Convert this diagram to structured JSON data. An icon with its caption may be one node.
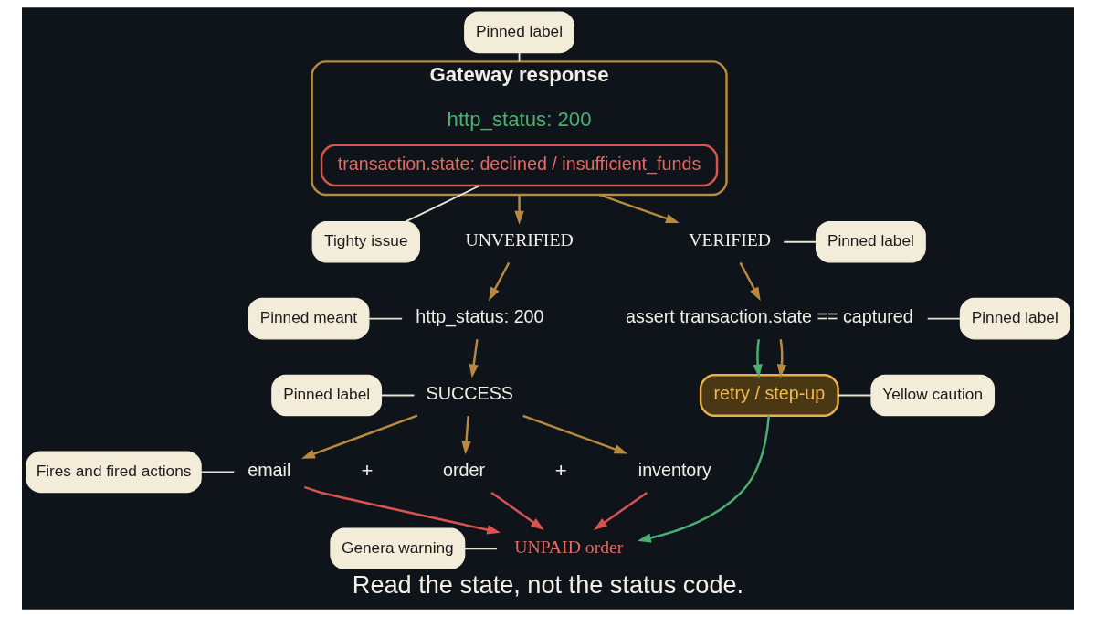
{
  "diagram": {
    "caption": "Read the state, not the status code.",
    "nodes": [
      {
        "text": [
          "Gateway response",
          "http_status: 200"
        ]
      },
      {
        "text": [
          "transaction.state: declined / insufficient_funds"
        ],
        "in": 0
      },
      {
        "text": [
          "Pinned label"
        ]
      },
      {
        "text": [
          "Tighty issue"
        ]
      },
      {
        "text": [
          "UNVERIFIED"
        ]
      },
      {
        "text": [
          "VERIFIED"
        ]
      },
      {
        "text": [
          "Pinned label"
        ]
      },
      {
        "text": [
          "http_status: 200"
        ]
      },
      {
        "text": [
          "Pinned meant"
        ]
      },
      {
        "text": [
          "SUCCESS"
        ]
      },
      {
        "text": [
          "Pinned label"
        ]
      },
      {
        "text": [
          "email"
        ]
      },
      {
        "text": [
          "order"
        ]
      },
      {
        "text": [
          "inventory"
        ]
      },
      {
        "text": [
          "Fires and fired actions"
        ]
      },
      {
        "text": [
          "assert transaction.state == captured"
        ]
      },
      {
        "text": [
          "Pinned label"
        ]
      },
      {
        "text": [
          "retry / step-up"
        ]
      },
      {
        "text": [
          "Yellow caution"
        ]
      },
      {
        "text": [
          "UNPAID order"
        ]
      },
      {
        "text": [
          "Genera warning"
        ]
      }
    ],
    "edges": [
      {
        "from": 0,
        "to": 4,
        "arrow": "to"
      },
      {
        "from": 0,
        "to": 5,
        "arrow": "to"
      },
      {
        "from": 2,
        "to": 0,
        "arrow": "none",
        "color": "#e8e4da"
      },
      {
        "from": 1,
        "to": 3,
        "arrow": "none",
        "color": "#e8e4da"
      },
      {
        "from": 5,
        "to": 6,
        "arrow": "none",
        "color": "#e8e4da"
      },
      {
        "from": 4,
        "to": 7,
        "arrow": "to"
      },
      {
        "from": 8,
        "to": 7,
        "arrow": "none",
        "color": "#e8e4da"
      },
      {
        "from": 7,
        "to": 9,
        "arrow": "to"
      },
      {
        "from": 10,
        "to": 9,
        "arrow": "none",
        "color": "#e8e4da"
      },
      {
        "from": 9,
        "to": 11,
        "arrow": "to"
      },
      {
        "from": 9,
        "to": 12,
        "arrow": "to"
      },
      {
        "from": 9,
        "to": 13,
        "arrow": "to"
      },
      {
        "from": 14,
        "to": 11,
        "arrow": "none",
        "color": "#e8e4da"
      },
      {
        "from": 11,
        "to": 19,
        "arrow": "to",
        "color": "#d9534f"
      },
      {
        "from": 12,
        "to": 19,
        "arrow": "to",
        "color": "#d9534f"
      },
      {
        "from": 13,
        "to": 19,
        "arrow": "to",
        "color": "#d9534f"
      },
      {
        "from": 5,
        "to": 15,
        "arrow": "to"
      },
      {
        "from": 15,
        "to": 16,
        "arrow": "none",
        "color": "#e8e4da"
      },
      {
        "from": 15,
        "to": 17,
        "arrow": "to",
        "color": "#4caf72"
      },
      {
        "from": 15,
        "to": 17,
        "arrow": "to"
      },
      {
        "from": 17,
        "to": 18,
        "arrow": "none",
        "color": "#e8e4da"
      },
      {
        "from": 17,
        "to": 19,
        "arrow": "to",
        "color": "#4caf72"
      },
      {
        "from": 20,
        "to": 19,
        "arrow": "none",
        "color": "#e8e4da"
      }
    ],
    "labels": [
      "+",
      "+"
    ]
  }
}
